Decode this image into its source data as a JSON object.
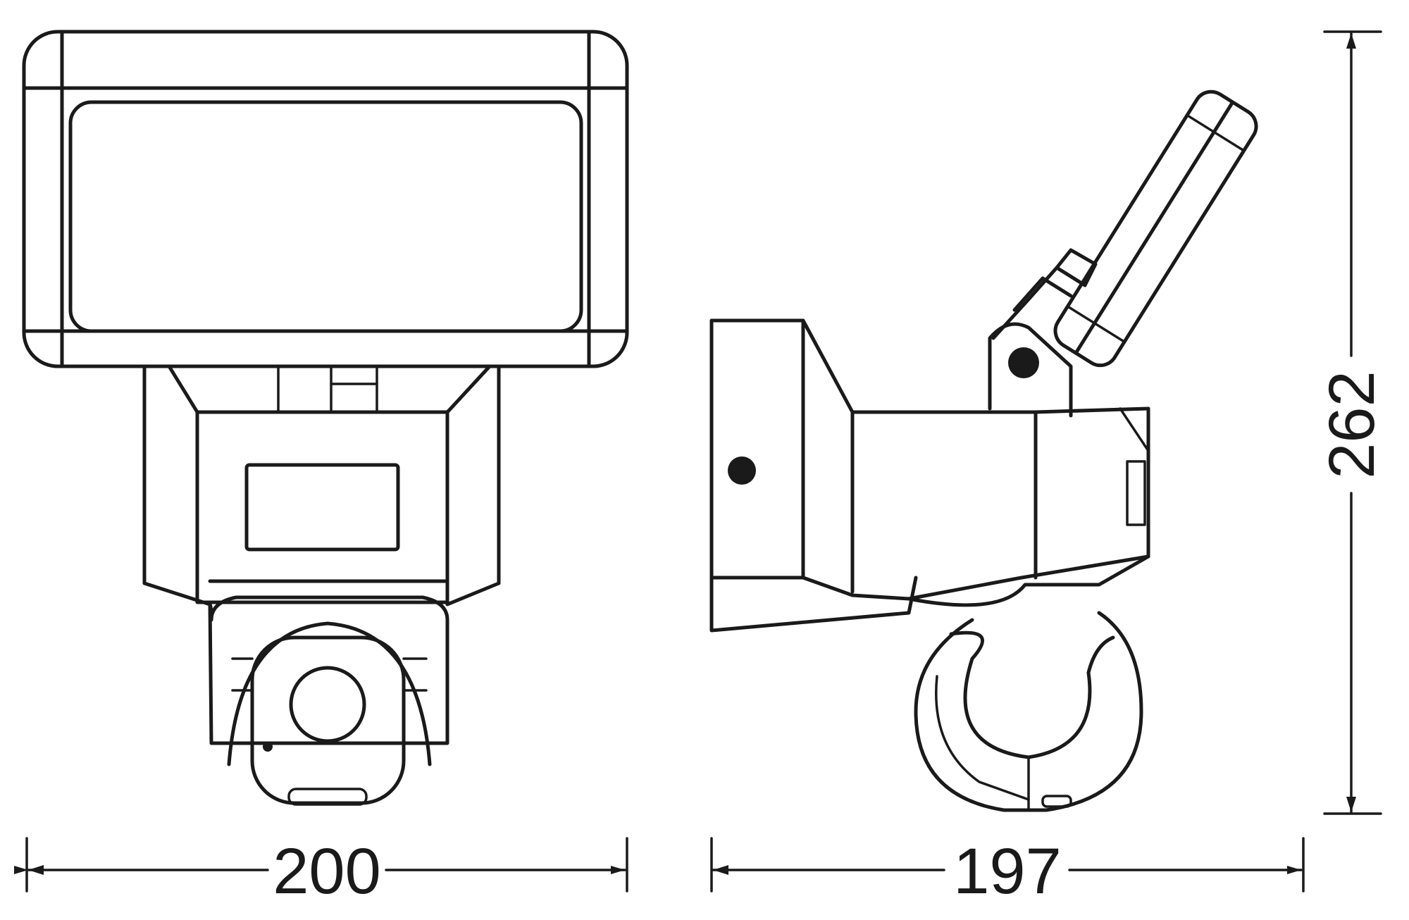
{
  "dimensions": {
    "front_width": "200",
    "side_depth": "197",
    "height": "262"
  }
}
